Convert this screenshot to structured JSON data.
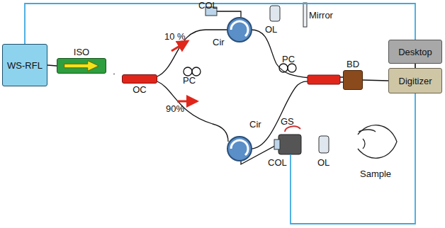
{
  "diagram": {
    "nodes": [
      {
        "text": [
          "WS-RFL"
        ]
      },
      {
        "text": [
          "ISO"
        ]
      },
      {
        "text": [
          "OC"
        ]
      },
      {
        "text": [
          "BD"
        ]
      },
      {
        "text": [
          "Desktop"
        ]
      },
      {
        "text": [
          "Digitizer"
        ]
      }
    ],
    "edges": [
      {
        "from": 0,
        "to": 1,
        "arrow": "none"
      },
      {
        "from": 1,
        "to": 2,
        "arrow": "none"
      },
      {
        "from": 3,
        "to": 5,
        "arrow": "none"
      },
      {
        "from": 4,
        "to": 5,
        "arrow": "none"
      },
      {
        "from": 0,
        "to": 4,
        "arrow": "none"
      }
    ],
    "labels": [
      "10 %",
      "90%",
      "COL",
      "OL",
      "Mirror",
      "Cir",
      "PC",
      "PC",
      "Cir",
      "GS",
      "COL",
      "OL",
      "Sample"
    ]
  }
}
